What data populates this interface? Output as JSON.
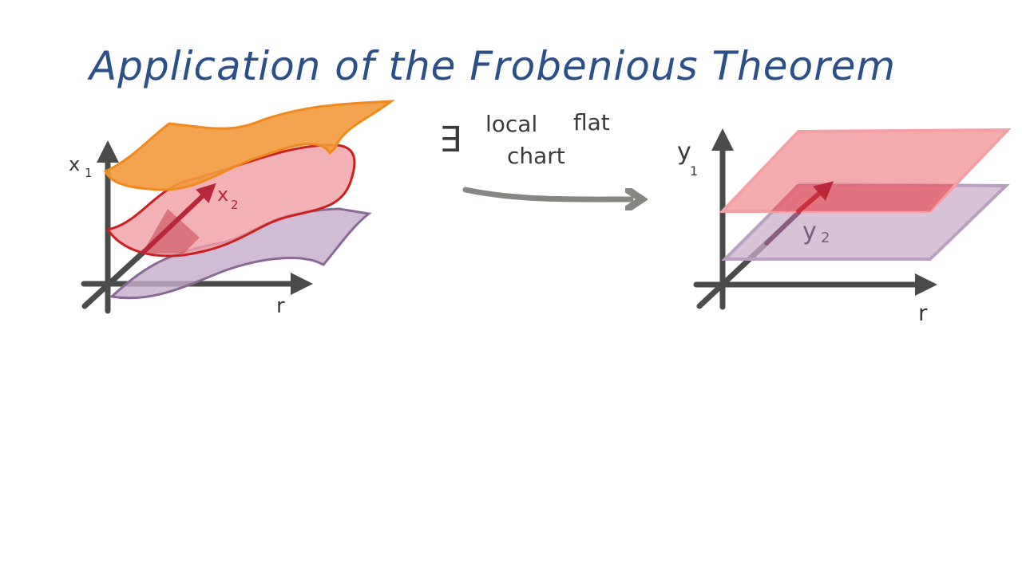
{
  "title": "Application of the Frobenious Theorem",
  "middle": {
    "exists_symbol": "∃",
    "word1": "local",
    "word2": "flat",
    "word3": "chart"
  },
  "left_diagram": {
    "vertical_axis_label": "x",
    "vertical_axis_sub": "1",
    "depth_axis_label": "x",
    "depth_axis_sub": "2",
    "horizontal_axis_label": "r"
  },
  "right_diagram": {
    "vertical_axis_label": "y",
    "vertical_axis_sub": "1",
    "depth_axis_label": "y",
    "depth_axis_sub": "2",
    "horizontal_axis_label": "r"
  },
  "colors": {
    "title": "#2b4f86",
    "orange": "#f39a3c",
    "red": "#e8707a",
    "purple": "#b89bbf",
    "axis": "#4a4c4a"
  }
}
